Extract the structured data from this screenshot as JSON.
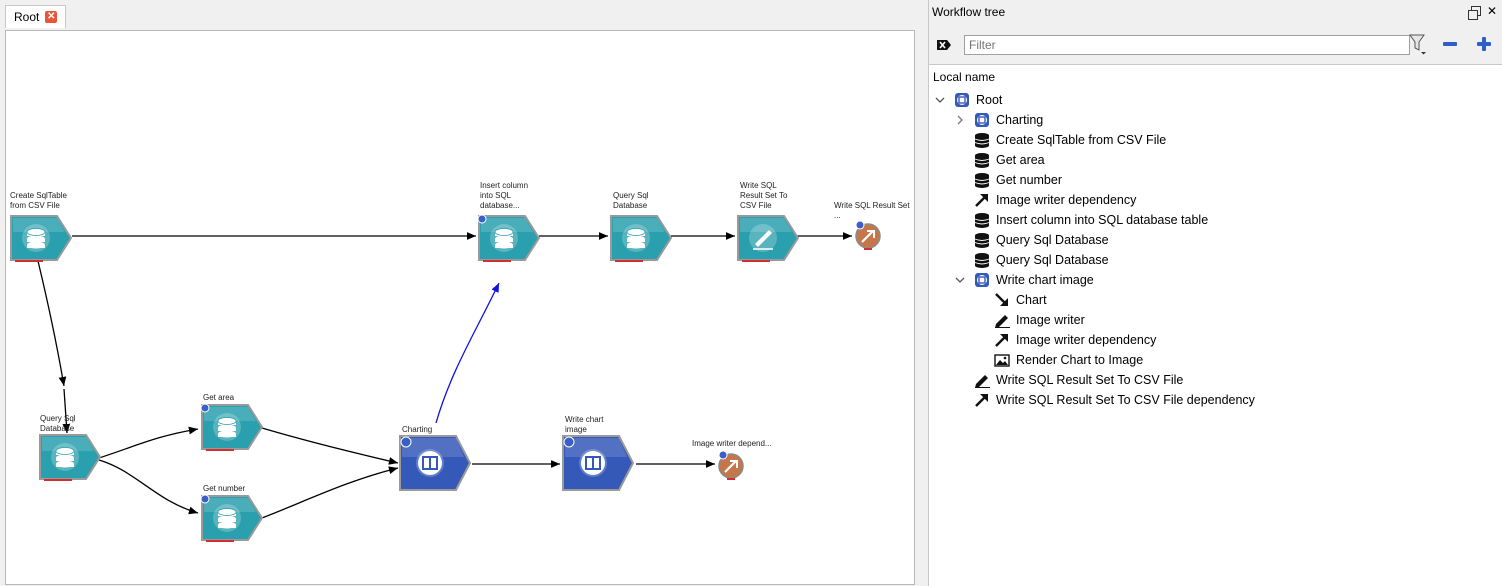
{
  "editor": {
    "tab_label": "Root",
    "nodes": [
      {
        "id": "create",
        "label": "Create SqlTable\nfrom CSV File",
        "kind": "teal-db"
      },
      {
        "id": "insert",
        "label": "Insert column\ninto SQL\ndatabase...",
        "kind": "teal-db"
      },
      {
        "id": "query1",
        "label": "Query Sql\nDatabase",
        "kind": "teal-db"
      },
      {
        "id": "writecsv",
        "label": "Write SQL\nResult Set To\nCSV File",
        "kind": "teal-pen"
      },
      {
        "id": "writedep",
        "label": "Write SQL Result Set\n...",
        "kind": "dependency"
      },
      {
        "id": "query2",
        "label": "Query Sql\nDatabase",
        "kind": "teal-db"
      },
      {
        "id": "getarea",
        "label": "Get area",
        "kind": "teal-db"
      },
      {
        "id": "getnumber",
        "label": "Get number",
        "kind": "teal-db"
      },
      {
        "id": "charting",
        "label": "Charting",
        "kind": "blue-workflow"
      },
      {
        "id": "writechart",
        "label": "Write chart\nimage",
        "kind": "blue-workflow"
      },
      {
        "id": "imgdep",
        "label": "Image writer depend...",
        "kind": "dependency"
      }
    ]
  },
  "tree_panel": {
    "title": "Workflow tree",
    "filter_placeholder": "Filter",
    "column_header": "Local name",
    "items": [
      {
        "label": "Root",
        "icon": "workflow-icon",
        "level": 0,
        "expander": "expanded"
      },
      {
        "label": "Charting",
        "icon": "workflow-icon",
        "level": 1,
        "expander": "collapsed"
      },
      {
        "label": "Create SqlTable from CSV File",
        "icon": "database-icon",
        "level": 1,
        "expander": "none"
      },
      {
        "label": "Get area",
        "icon": "database-icon",
        "level": 1,
        "expander": "none"
      },
      {
        "label": "Get number",
        "icon": "database-icon",
        "level": 1,
        "expander": "none"
      },
      {
        "label": "Image writer dependency",
        "icon": "arrow-up-right-icon",
        "level": 1,
        "expander": "none"
      },
      {
        "label": "Insert column into SQL database table",
        "icon": "database-icon",
        "level": 1,
        "expander": "none"
      },
      {
        "label": "Query Sql Database",
        "icon": "database-icon",
        "level": 1,
        "expander": "none"
      },
      {
        "label": "Query Sql Database",
        "icon": "database-icon",
        "level": 1,
        "expander": "none"
      },
      {
        "label": "Write chart image",
        "icon": "workflow-icon",
        "level": 1,
        "expander": "expanded"
      },
      {
        "label": "Chart",
        "icon": "arrow-down-right-icon",
        "level": 2,
        "expander": "none"
      },
      {
        "label": "Image writer",
        "icon": "pen-icon",
        "level": 2,
        "expander": "none"
      },
      {
        "label": "Image writer dependency",
        "icon": "arrow-up-right-icon",
        "level": 2,
        "expander": "none"
      },
      {
        "label": "Render Chart to Image",
        "icon": "image-icon",
        "level": 2,
        "expander": "none"
      },
      {
        "label": "Write SQL Result Set To CSV File",
        "icon": "pen-icon",
        "level": 1,
        "expander": "none"
      },
      {
        "label": "Write SQL Result Set To CSV File dependency",
        "icon": "arrow-up-right-icon",
        "level": 1,
        "expander": "none"
      }
    ]
  },
  "colors": {
    "teal": "#2a9fae",
    "blue": "#3559b8",
    "orange": "#c0703a",
    "blue_link": "#1010e0"
  }
}
